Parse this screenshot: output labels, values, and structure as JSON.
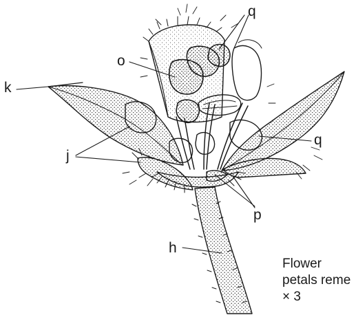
{
  "labels": {
    "h": "h",
    "j": "j",
    "k": "k",
    "o": "o",
    "p": "p",
    "q_top": "q",
    "q_right": "q"
  },
  "caption": {
    "line1": "Flower",
    "line2": "petals reme",
    "line3": "× 3"
  },
  "colors": {
    "ink": "#1a1a1a",
    "background": "#ffffff"
  }
}
